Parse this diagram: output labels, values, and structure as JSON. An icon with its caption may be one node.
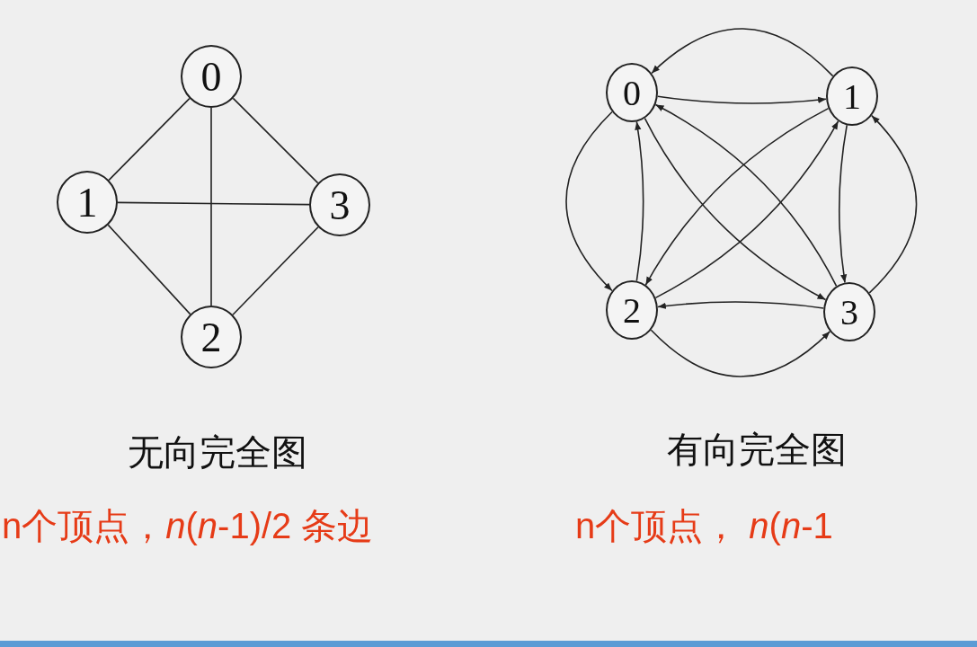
{
  "diagram": {
    "nodes": [
      {
        "text": [
          "0"
        ]
      },
      {
        "text": [
          "1"
        ]
      },
      {
        "text": [
          "2"
        ]
      },
      {
        "text": [
          "3"
        ]
      },
      {
        "text": [
          "0"
        ]
      },
      {
        "text": [
          "1"
        ]
      },
      {
        "text": [
          "2"
        ]
      },
      {
        "text": [
          "3"
        ]
      }
    ],
    "edges": [
      {
        "from": 0,
        "to": 1,
        "arrow": "none"
      },
      {
        "from": 0,
        "to": 2,
        "arrow": "none"
      },
      {
        "from": 0,
        "to": 3,
        "arrow": "none"
      },
      {
        "from": 1,
        "to": 3,
        "arrow": "none"
      },
      {
        "from": 1,
        "to": 2,
        "arrow": "none"
      },
      {
        "from": 2,
        "to": 3,
        "arrow": "none"
      },
      {
        "from": 5,
        "to": 4,
        "arrow": "to"
      },
      {
        "from": 4,
        "to": 5,
        "arrow": "to"
      },
      {
        "from": 4,
        "to": 6,
        "arrow": "to"
      },
      {
        "from": 6,
        "to": 4,
        "arrow": "to"
      },
      {
        "from": 4,
        "to": 7,
        "arrow": "to"
      },
      {
        "from": 7,
        "to": 4,
        "arrow": "to"
      },
      {
        "from": 5,
        "to": 6,
        "arrow": "to"
      },
      {
        "from": 6,
        "to": 5,
        "arrow": "to"
      },
      {
        "from": 5,
        "to": 7,
        "arrow": "to"
      },
      {
        "from": 7,
        "to": 5,
        "arrow": "to"
      },
      {
        "from": 7,
        "to": 6,
        "arrow": "to"
      },
      {
        "from": 6,
        "to": 7,
        "arrow": "to"
      }
    ],
    "labels": [
      "无向完全图",
      "n个顶点，*n*(*n*-1)/2 条边",
      "有向完全图",
      "n个顶点， *n*(*n*-1"
    ]
  }
}
